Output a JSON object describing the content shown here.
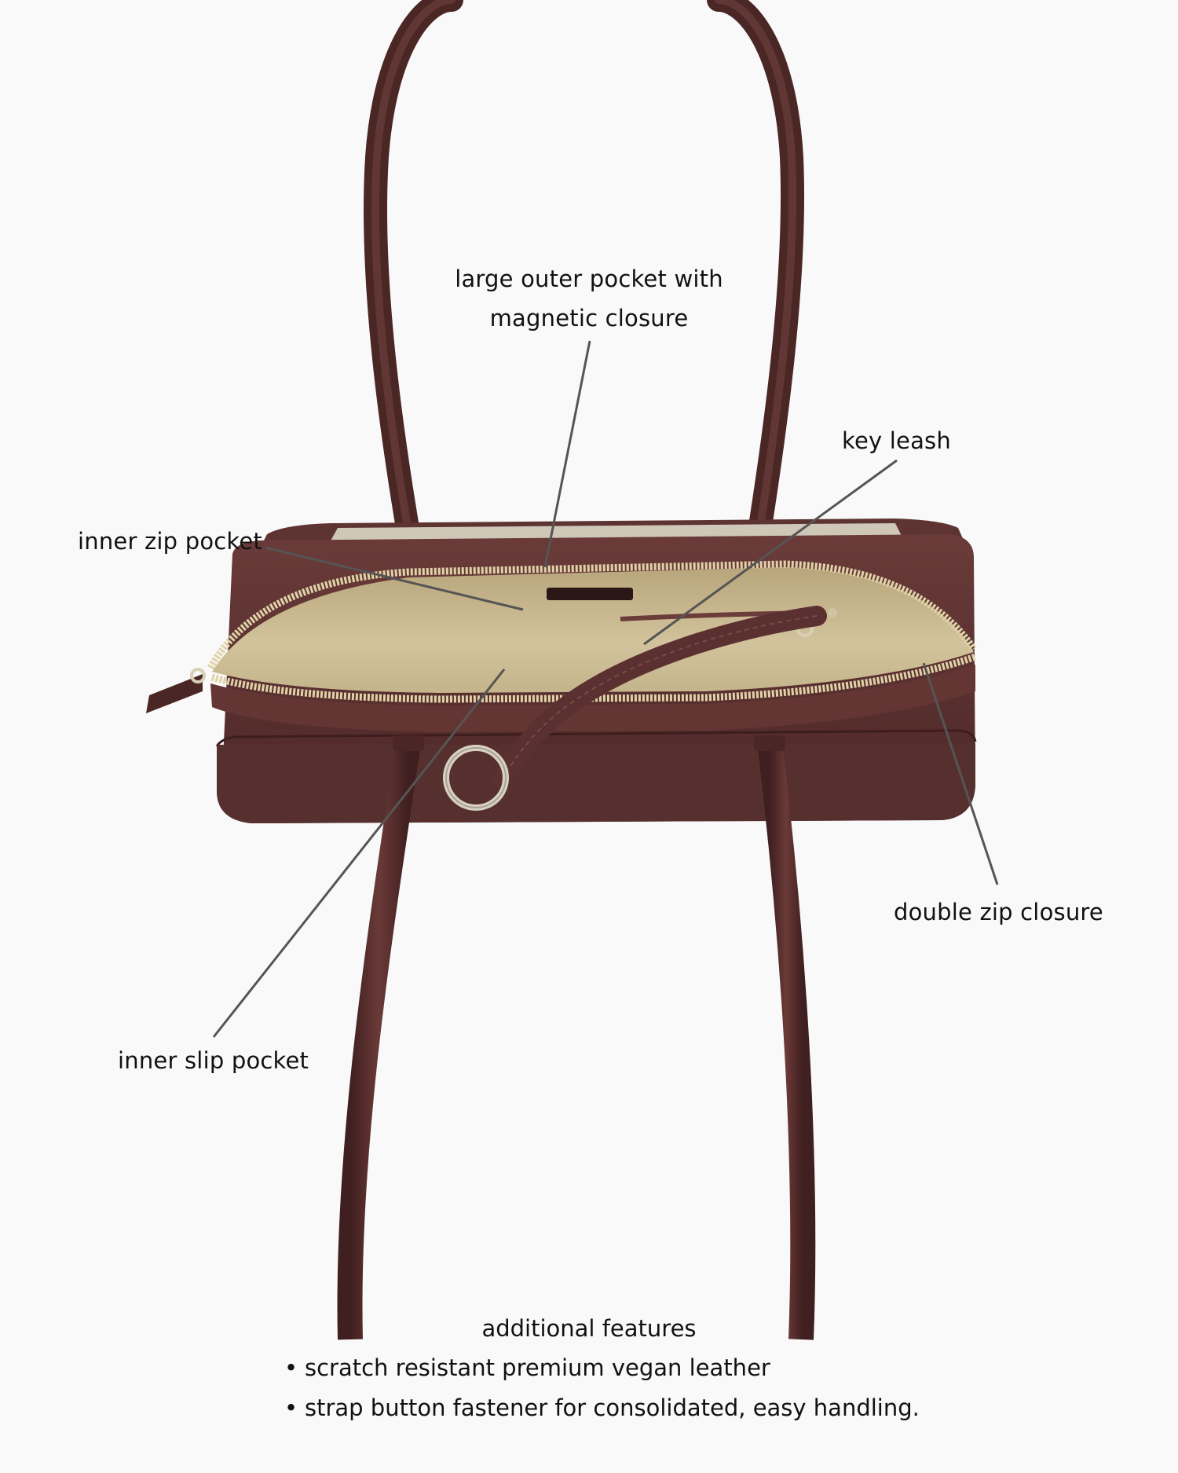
{
  "colors": {
    "background": "#f9f9f9",
    "leather": "#5a3130",
    "leather_dark": "#3f1f1f",
    "leather_light": "#7a4a47",
    "lining": "#c9b890",
    "zipper": "#d9c9a0",
    "metal": "#d8d2c2",
    "leader_line": "#555555",
    "text": "#111111"
  },
  "callouts": {
    "outer_pocket_line1": "large outer pocket with",
    "outer_pocket_line2": "magnetic closure",
    "key_leash": "key leash",
    "inner_zip_pocket": "inner zip pocket",
    "double_zip_closure": "double zip closure",
    "inner_slip_pocket": "inner slip pocket"
  },
  "features": {
    "title": "additional features",
    "bullet": "•",
    "items": [
      "scratch resistant premium vegan leather",
      "strap button fastener for consolidated, easy handling."
    ]
  }
}
